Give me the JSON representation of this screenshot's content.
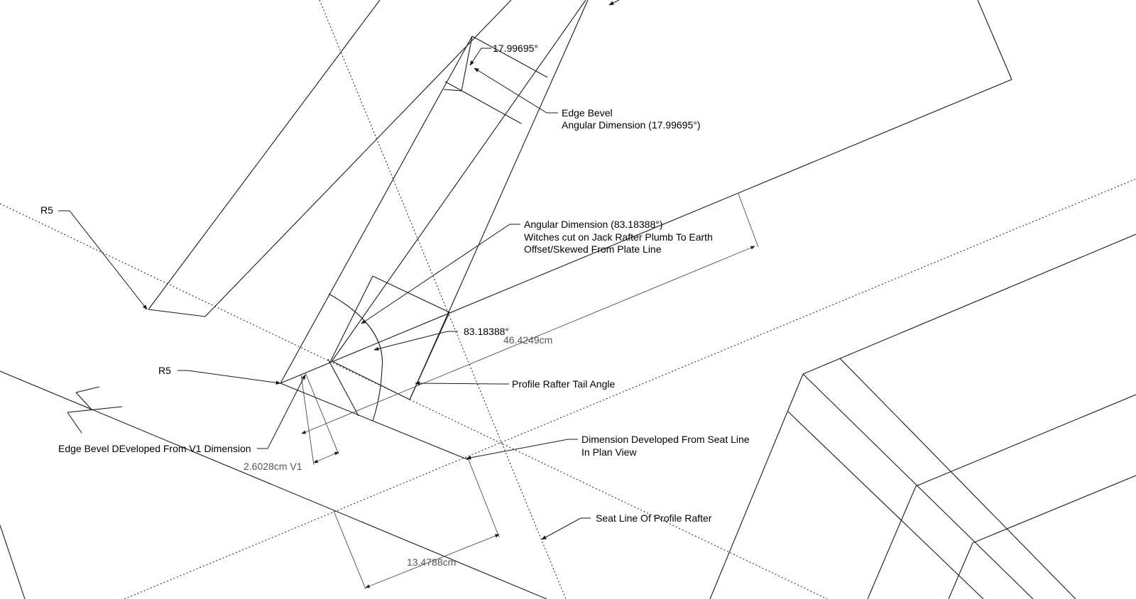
{
  "labels": {
    "edge_bevel_angle": "17.99695°",
    "edge_bevel_title": "Edge Bevel",
    "edge_bevel_angular": "Angular Dimension (17.99695°)",
    "r5_top": "R5",
    "r5_mid": "R5",
    "angular_line1": "Angular Dimension (83.18388°)",
    "angular_line2": "Witches cut on Jack Rafter Plumb To Earth",
    "angular_line3": "Offset/Skewed From Plate Line",
    "angle_83": "83.18388°",
    "dim_46": "46.4249cm",
    "profile_tail": "Profile Rafter Tail Angle",
    "edge_bevel_v1": "Edge Bevel DEveloped From V1 Dimension",
    "dim_v1": "2.6028cm V1",
    "seat_line_dev1": "Dimension Developed From Seat Line",
    "seat_line_dev2": "In Plan View",
    "seat_line_profile": "Seat Line Of Profile Rafter",
    "dim_13": "13.4788cm"
  }
}
